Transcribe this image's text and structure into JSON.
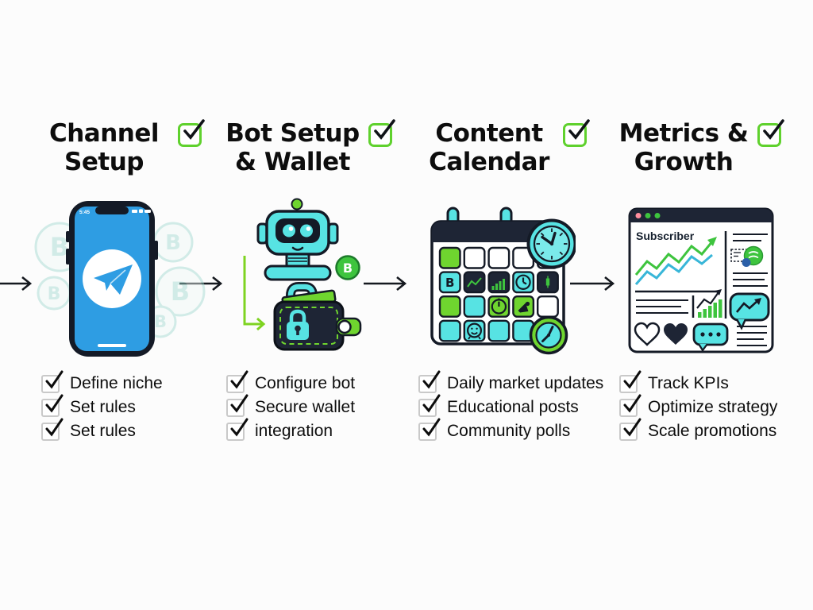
{
  "infographic": {
    "type": "workflow-diagram",
    "steps": 4,
    "flow_arrows": 4
  },
  "colors": {
    "background": "#fcfcfc",
    "accent_green": "#6fd52f",
    "check_green": "#5fd12d",
    "accent_cyan": "#57e3e3",
    "dark_navy": "#1e2535",
    "telegram_blue": "#2e9de3",
    "coin_green": "#3ec43e",
    "text_black": "#0d0d0d"
  },
  "icons": {
    "bitcoin_symbol": "B"
  },
  "phone": {
    "status_time": "5:45"
  },
  "dashboard": {
    "panel_label": "Subscriber"
  },
  "columns": [
    {
      "id": "channel-setup",
      "title_line1": "Channel",
      "title_line2": "Setup",
      "illustration": "telegram-phone-with-bitcoin-coins",
      "checklist": [
        "Define niche",
        "Set rules",
        "Set rules"
      ]
    },
    {
      "id": "bot-setup-wallet",
      "title_line1": "Bot Setup",
      "title_line2": "& Wallet",
      "illustration": "robot-and-secure-wallet",
      "checklist": [
        "Configure bot",
        "Secure wallet",
        "integration"
      ]
    },
    {
      "id": "content-calendar",
      "title_line1": "Content",
      "title_line2": "Calendar",
      "illustration": "calendar-with-clocks",
      "checklist": [
        "Daily market updates",
        "Educational posts",
        "Community polls"
      ]
    },
    {
      "id": "metrics-growth",
      "title_line1": "Metrics &",
      "title_line2": "Growth",
      "illustration": "analytics-dashboard",
      "checklist": [
        "Track KPIs",
        "Optimize strategy",
        "Scale promotions"
      ]
    }
  ]
}
